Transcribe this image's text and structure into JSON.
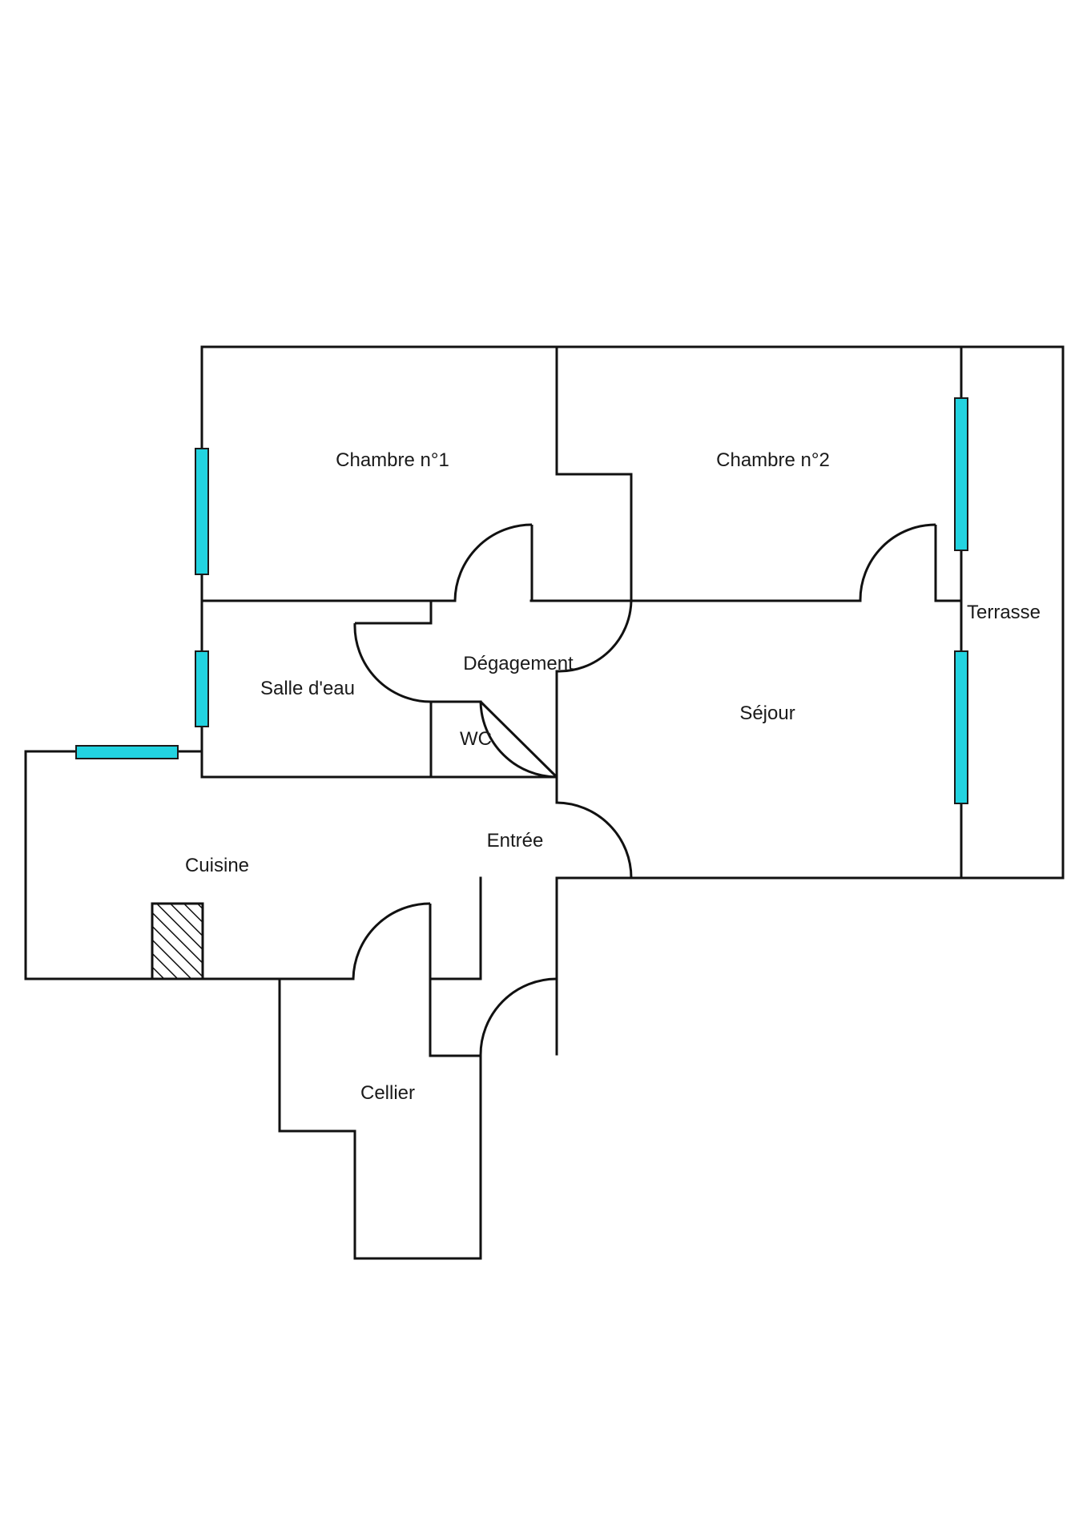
{
  "plan": {
    "rooms": {
      "chambre1": "Chambre n°1",
      "chambre2": "Chambre n°2",
      "terrasse": "Terrasse",
      "degagement": "Dégagement",
      "salle_deau": "Salle d'eau",
      "sejour": "Séjour",
      "wc": "WC",
      "entree": "Entrée",
      "cuisine": "Cuisine",
      "cellier": "Cellier"
    },
    "colors": {
      "wall": "#111111",
      "window": "#22d3e0",
      "background": "#ffffff"
    }
  }
}
